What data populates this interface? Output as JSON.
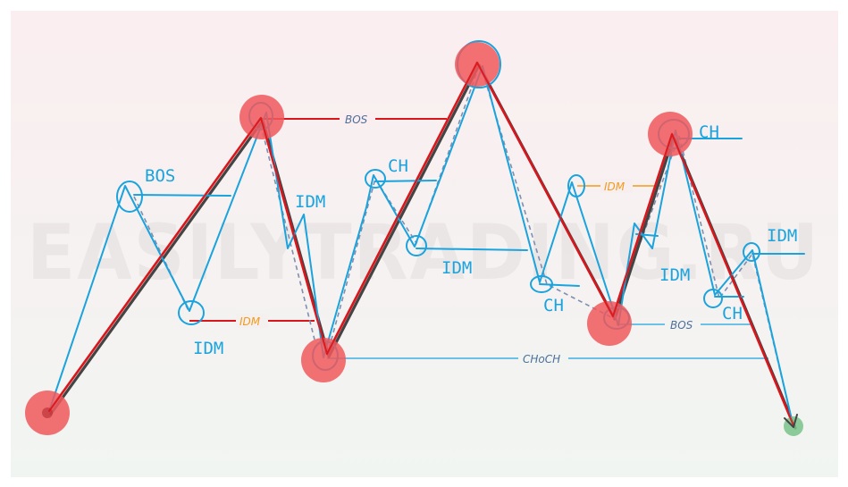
{
  "watermark": "EASILYTRADING.RU",
  "colors": {
    "swing_line": "#d8161c",
    "swing_shadow": "#444444",
    "internal_line": "#1aa3dd",
    "dash_line": "#7f8fb0",
    "marker": "#f0585c",
    "marker_end": "#79c38b",
    "printed_label": "#4e6f99",
    "idm_label": "#f39a1a",
    "bg_top": "#fbeef0",
    "bg_bottom": "#f1f5f2"
  },
  "labels": {
    "bos_top": "BOS",
    "idm_left": "IDM",
    "idm_right": "IDM",
    "choch": "CHoCH",
    "bos_right": "BOS"
  },
  "handwritten": {
    "bos": "BOS",
    "idm1": "IDM",
    "idm2": "IDM",
    "ch1": "CH",
    "idm3": "IDM",
    "ch2": "CH",
    "idm4": "IDM",
    "ch3": "CH",
    "ch_top": "CH",
    "idm5": "IDM"
  }
}
